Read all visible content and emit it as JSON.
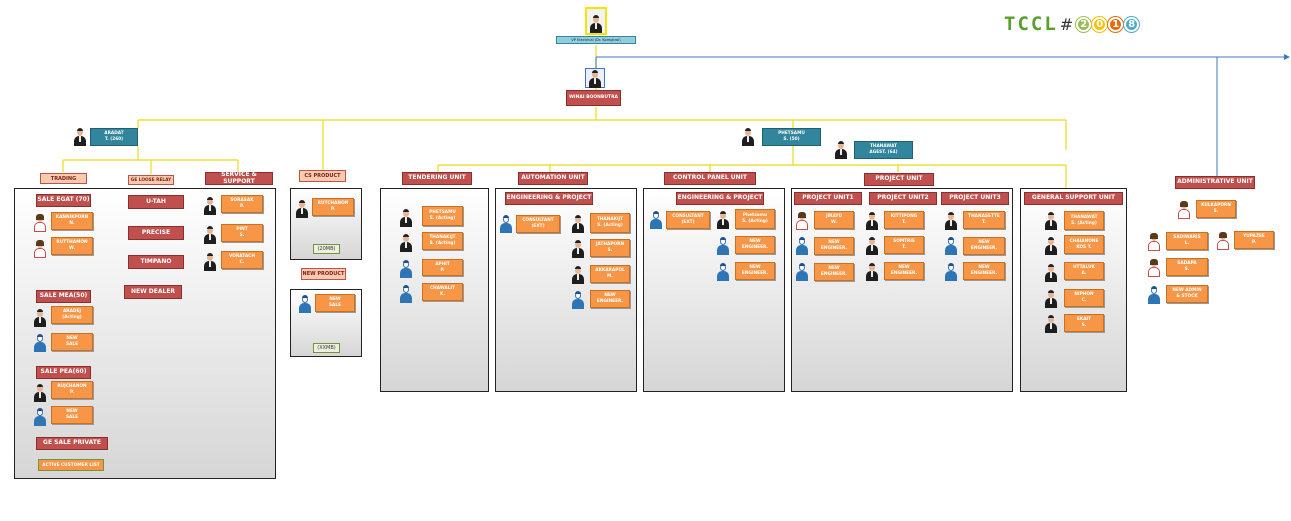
{
  "logo": {
    "brand": "TCCL",
    "hash": "#",
    "digits": [
      "2",
      "0",
      "1",
      "8"
    ],
    "digit_colors": [
      "#9bbb59",
      "#f2c200",
      "#e46c0a",
      "#4bacc6"
    ]
  },
  "top": {
    "vp_label": "VP Electrical (Dr. Komgkrai)",
    "head_name": "WINAI BOONBUTRA"
  },
  "managers": {
    "left": "ARADAT\nT. (260)",
    "right": "PHETSAMU\nS. (50)",
    "right2": "THANAWAT\nAGEST. (64)"
  },
  "sales": {
    "trading": "TRADING",
    "ge_loose_relay": "GE LOOSE RELAY",
    "service_support": "SERVICE & SUPPORT",
    "sale_egat": "SALE EGAT (70)",
    "sale_mea": "SALE MEA(50)",
    "sale_pea": "SALE PEA(60)",
    "ge_sale_private": "GE SALE PRIVATE",
    "active_customer": "ACTIVE CUSTOMER LIST",
    "egat_people": [
      "KANNIKPORN\nN.",
      "RUTTHAMON\nW."
    ],
    "mea_people": [
      "ARADEJ\n(Acting)",
      "NEW\nSALE"
    ],
    "pea_people": [
      "RUJCHANON\nP.",
      "NEW\nSALE"
    ],
    "relay_items": [
      "U-TAH",
      "PRECISE",
      "TIMPANO",
      "NEW DEALER"
    ],
    "service_people": [
      "SORASAK\nP.",
      "PINT\nS.",
      "VORATACH\nC."
    ]
  },
  "cs_product": {
    "title": "CS PRODUCT",
    "person": "RUTCHANON\nP.",
    "budget": "(20MB)"
  },
  "new_product": {
    "title": "NEW PRODUCT",
    "person": "NEW\nSALE",
    "budget": "(XXMB)"
  },
  "tendering": {
    "title": "TENDERING UNIT",
    "people": [
      "PHETSAMU\nS. (Acting)",
      "THANAKIJT\nS. (Acting)",
      "APHIT\nP.",
      "CHAWALIT\nK."
    ]
  },
  "automation": {
    "title": "AUTOMATION UNIT",
    "sub": "ENGINEERING & PROJECT",
    "consultant": "CONSULTANT\n(EXT)",
    "people": [
      "THANAKIJT\nS. (Acting)",
      "JATHAPORN\nS.",
      "AKKARAPOL\nM.",
      "NEW\nENGINEER."
    ]
  },
  "control_panel": {
    "title": "CONTROL PANEL UNIT",
    "sub": "ENGINEERING & PROJECT",
    "consultant": "CONSULTANT\n(EXT)",
    "people": [
      "Phetsamu\nS. (Acting)",
      "NEW\nENGINEER.",
      "NEW\nENGINEER."
    ]
  },
  "project": {
    "title": "PROJECT UNIT",
    "units": [
      {
        "title": "PROJECT UNIT1",
        "people": [
          "JIRAYU\nW.",
          "NEW\nENGINEER.",
          "NEW\nENGINEER."
        ]
      },
      {
        "title": "PROJECT UNIT2",
        "people": [
          "KITTIPONG\nT.",
          "SOMTRIE\nT.",
          "NEW\nENGINEER."
        ]
      },
      {
        "title": "PROJECT UNIT3",
        "people": [
          "THANASETTE\nT.",
          "NEW\nENGINEER.",
          "NEW\nENGINEER."
        ]
      }
    ]
  },
  "general_support": {
    "title": "GENERAL SUPPORT UNIT",
    "people": [
      "THANAWAT\nS. (Acting)",
      "CHAIANONE\nKOS T.",
      "UTTALUK\nA.",
      "NIPHON\nC.",
      "EKAIT\nS."
    ]
  },
  "admin": {
    "title": "ADMINISTRATIVE UNIT",
    "head": "KULKAPORN\nS.",
    "people": [
      "SADIWARIS\nL.",
      "YUPAZEE\nP.",
      "SADAPA\nS.",
      "NEW ADMIN\n& STOCK"
    ]
  },
  "colors": {
    "card": "#f79646",
    "red_box": "#c0504d",
    "connector": "#f0e020",
    "teal": "#31859c",
    "admin_line": "#3a78c2"
  }
}
